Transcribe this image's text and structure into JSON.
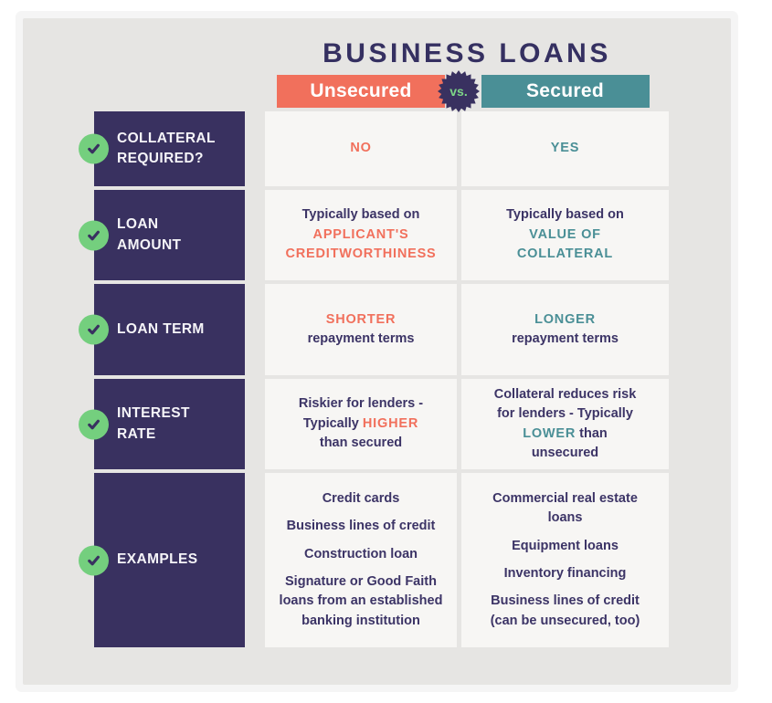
{
  "title": "BUSINESS LOANS",
  "header": {
    "unsecured": "Unsecured",
    "secured": "Secured",
    "vs": "vs."
  },
  "colors": {
    "navy": "#393160",
    "title": "#353061",
    "body": "#3c3466",
    "coral": "#f1705c",
    "teal": "#4a8f96",
    "green": "#74cf7e",
    "vsgreen": "#7dd687",
    "panel": "#e6e5e3",
    "cell": "#f7f6f4"
  },
  "rows": [
    {
      "label": "COLLATERAL\nREQUIRED?",
      "unsecured": [
        [
          [
            {
              "t": "NO",
              "a": true
            }
          ]
        ]
      ],
      "secured": [
        [
          [
            {
              "t": "YES",
              "a": true
            }
          ]
        ]
      ]
    },
    {
      "label": "LOAN\nAMOUNT",
      "unsecured": [
        [
          [
            {
              "t": "Typically based on"
            }
          ],
          [
            {
              "t": "APPLICANT'S",
              "a": true
            }
          ],
          [
            {
              "t": "CREDITWORTHINESS",
              "a": true
            }
          ]
        ]
      ],
      "secured": [
        [
          [
            {
              "t": "Typically based on"
            }
          ],
          [
            {
              "t": "VALUE OF",
              "a": true
            }
          ],
          [
            {
              "t": "COLLATERAL",
              "a": true
            }
          ]
        ]
      ]
    },
    {
      "label": "LOAN TERM",
      "unsecured": [
        [
          [
            {
              "t": "SHORTER",
              "a": true
            }
          ],
          [
            {
              "t": "repayment terms"
            }
          ]
        ]
      ],
      "secured": [
        [
          [
            {
              "t": "LONGER",
              "a": true
            }
          ],
          [
            {
              "t": "repayment terms"
            }
          ]
        ]
      ]
    },
    {
      "label": "INTEREST\nRATE",
      "unsecured": [
        [
          [
            {
              "t": "Riskier for lenders -"
            }
          ],
          [
            {
              "t": "Typically "
            },
            {
              "t": "HIGHER",
              "a": true
            }
          ],
          [
            {
              "t": "than secured"
            }
          ]
        ]
      ],
      "secured": [
        [
          [
            {
              "t": "Collateral reduces risk"
            }
          ],
          [
            {
              "t": "for lenders - Typically"
            }
          ],
          [
            {
              "t": "LOWER",
              "a": true
            },
            {
              "t": " than"
            }
          ],
          [
            {
              "t": "unsecured"
            }
          ]
        ]
      ]
    },
    {
      "label": "EXAMPLES",
      "unsecured": [
        [
          [
            {
              "t": "Credit cards"
            }
          ]
        ],
        [
          [
            {
              "t": "Business lines of credit"
            }
          ]
        ],
        [
          [
            {
              "t": "Construction loan"
            }
          ]
        ],
        [
          [
            {
              "t": "Signature or Good Faith"
            }
          ],
          [
            {
              "t": "loans from an established"
            }
          ],
          [
            {
              "t": "banking institution"
            }
          ]
        ]
      ],
      "secured": [
        [
          [
            {
              "t": "Commercial real estate"
            }
          ],
          [
            {
              "t": "loans"
            }
          ]
        ],
        [
          [
            {
              "t": "Equipment loans"
            }
          ]
        ],
        [
          [
            {
              "t": "Inventory financing"
            }
          ]
        ],
        [
          [
            {
              "t": "Business lines of credit"
            }
          ],
          [
            {
              "t": "(can be unsecured, too)"
            }
          ]
        ]
      ]
    }
  ]
}
